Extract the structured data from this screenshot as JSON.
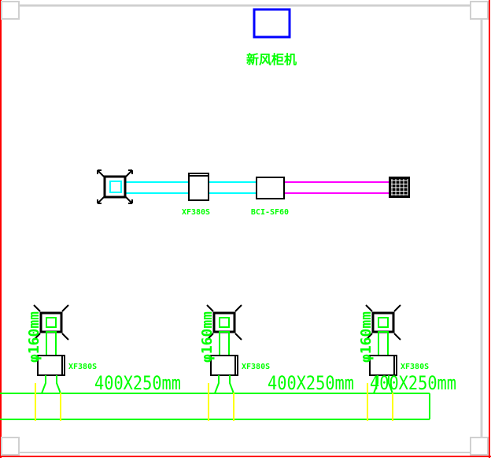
{
  "colors": {
    "frame_red": "#ff0000",
    "frame_gray": "#d0d0d0",
    "unit_blue": "#0000ff",
    "label_green": "#00ff00",
    "duct_cyan": "#00ffff",
    "duct_magenta": "#ff00ff",
    "duct_green": "#00ff00",
    "duct_yellow": "#ffff00",
    "equipment_black": "#000000"
  },
  "title": "新风柜机",
  "middle_run": {
    "fan_label": "XF380S",
    "device_label": "BCI-SF60"
  },
  "bottom_branches": [
    {
      "diameter_label": "φ160mm",
      "fan_label": "XF380S",
      "duct_size_label": "400X250mm"
    },
    {
      "diameter_label": "φ160mm",
      "fan_label": "XF380S",
      "duct_size_label": "400X250mm"
    },
    {
      "diameter_label": "φ160mm",
      "fan_label": "XF380S",
      "duct_size_label": "400X250mm"
    }
  ]
}
